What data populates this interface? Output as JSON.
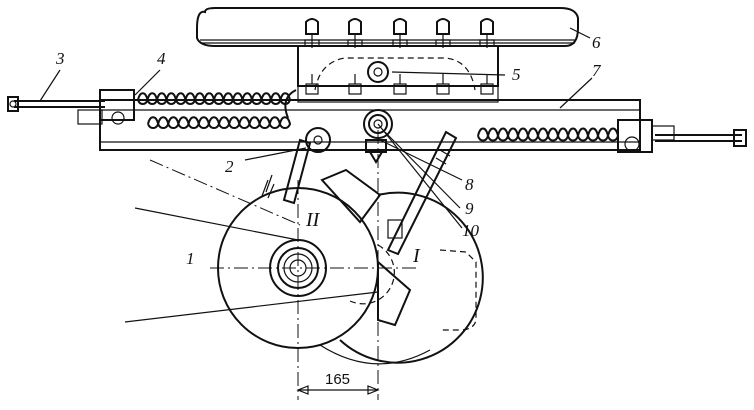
{
  "part_labels": {
    "p1": "1",
    "p2": "2",
    "p3": "3",
    "p4": "4",
    "p5": "5",
    "p6": "6",
    "p7": "7",
    "p8": "8",
    "p9": "9",
    "p10": "10"
  },
  "zone_labels": {
    "first": "I",
    "second": "II"
  },
  "dimension": {
    "value": "165"
  }
}
